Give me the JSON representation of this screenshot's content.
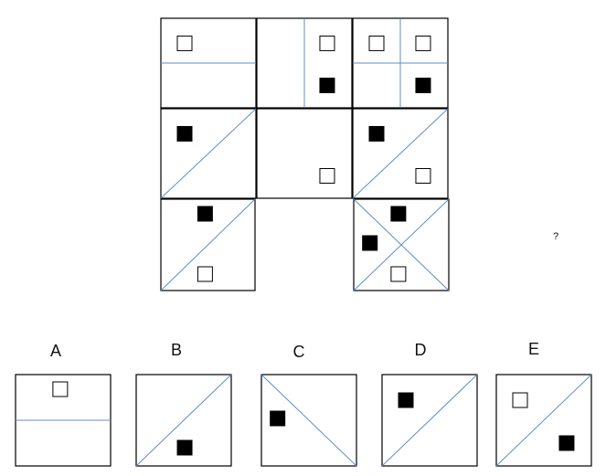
{
  "colors": {
    "background": "#ffffff",
    "cell_border": "#000000",
    "divider_line": "#5b8fc9",
    "filled_square": "#000000",
    "hollow_square_fill": "#ffffff",
    "hollow_square_stroke": "#000000"
  },
  "matrix": {
    "question_mark": "?",
    "cells": [
      {
        "id": "r1c1",
        "dividers": [
          "horizontal"
        ],
        "squares": [
          {
            "kind": "hollow",
            "spot": "top-left"
          }
        ]
      },
      {
        "id": "r1c2",
        "dividers": [
          "vertical-right"
        ],
        "squares": [
          {
            "kind": "hollow",
            "spot": "top-right"
          },
          {
            "kind": "filled",
            "spot": "bottom-right"
          }
        ]
      },
      {
        "id": "r1c3",
        "dividers": [
          "horizontal",
          "vertical"
        ],
        "squares": [
          {
            "kind": "hollow",
            "spot": "top-left"
          },
          {
            "kind": "hollow",
            "spot": "top-right"
          },
          {
            "kind": "filled",
            "spot": "bottom-right"
          }
        ]
      },
      {
        "id": "r2c1",
        "dividers": [
          "diagonal-up"
        ],
        "squares": [
          {
            "kind": "filled",
            "spot": "top-left"
          }
        ]
      },
      {
        "id": "r2c2",
        "dividers": [],
        "squares": [
          {
            "kind": "hollow",
            "spot": "bottom-right"
          }
        ]
      },
      {
        "id": "r2c3",
        "dividers": [
          "diagonal-up"
        ],
        "squares": [
          {
            "kind": "filled",
            "spot": "top-left"
          },
          {
            "kind": "hollow",
            "spot": "bottom-right"
          }
        ]
      },
      {
        "id": "r3c1",
        "dividers": [
          "diagonal-up"
        ],
        "squares": [
          {
            "kind": "filled",
            "spot": "top"
          },
          {
            "kind": "hollow",
            "spot": "bottom"
          }
        ]
      },
      {
        "id": "r3c2",
        "empty": true
      },
      {
        "id": "r3c3",
        "dividers": [
          "diagonal-up",
          "diagonal-down"
        ],
        "squares": [
          {
            "kind": "filled",
            "spot": "top"
          },
          {
            "kind": "filled",
            "spot": "left"
          },
          {
            "kind": "hollow",
            "spot": "bottom"
          }
        ]
      }
    ]
  },
  "options": [
    {
      "label": "A",
      "dividers": [
        "horizontal"
      ],
      "squares": [
        {
          "kind": "hollow",
          "spot": "top"
        }
      ]
    },
    {
      "label": "B",
      "dividers": [
        "diagonal-up"
      ],
      "squares": [
        {
          "kind": "filled",
          "spot": "bottom-center"
        }
      ]
    },
    {
      "label": "C",
      "dividers": [
        "diagonal-down"
      ],
      "squares": [
        {
          "kind": "filled",
          "spot": "left"
        }
      ]
    },
    {
      "label": "D",
      "dividers": [
        "diagonal-up"
      ],
      "squares": [
        {
          "kind": "filled",
          "spot": "top-left"
        }
      ]
    },
    {
      "label": "E",
      "dividers": [
        "diagonal-up"
      ],
      "squares": [
        {
          "kind": "hollow",
          "spot": "top-left"
        },
        {
          "kind": "filled",
          "spot": "bottom-right"
        }
      ]
    }
  ]
}
